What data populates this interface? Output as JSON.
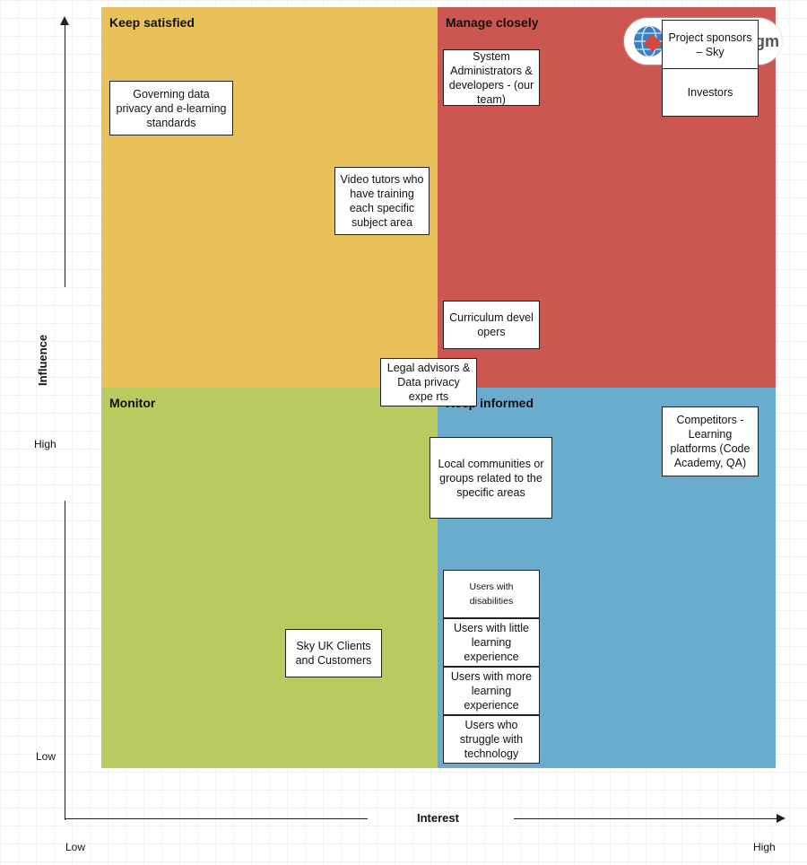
{
  "quadrants": {
    "keep_satisfied": "Keep satisfied",
    "manage_closely": "Manage closely",
    "monitor": "Monitor",
    "keep_informed": "Keep informed"
  },
  "axes": {
    "y_title": "Influence",
    "y_high": "High",
    "y_low": "Low",
    "x_title": "Interest",
    "x_low": "Low",
    "x_high": "High"
  },
  "logo": {
    "text": "gm"
  },
  "stakeholders": {
    "governing": "Governing data privacy and e-learning standards",
    "video_tutors": "Video tutors who have training each specific subject area",
    "sysadmins": "System Administrators & developers - (our team)",
    "project_sponsors": "Project sponsors – Sky",
    "investors": "Investors",
    "curriculum": "Curriculum devel opers",
    "legal": "Legal advisors & Data privacy expe rts",
    "competitors": "Competitors - Learning platforms (Code Academy, QA)",
    "local_communities": "Local communities or groups related to the specific areas",
    "disabilities": "Users with disabilities",
    "little_exp": "Users with little learning experience",
    "more_exp": "Users with more learning experience",
    "struggle": "Users who struggle with technology",
    "sky_clients": "Sky UK Clients and Customers"
  },
  "colors": {
    "keep_satisfied": "#e8c15a",
    "manage_closely": "#cc5650",
    "monitor": "#b9cb5e",
    "keep_informed": "#6aaccd"
  }
}
